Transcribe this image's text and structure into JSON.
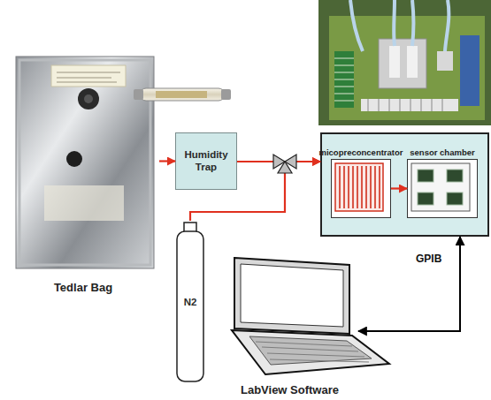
{
  "diagram": {
    "nodes": [
      {
        "text": [
          "Tedlar Bag"
        ]
      },
      {
        "text": [
          "Humidity Trap"
        ]
      },
      {
        "text": [
          "N2"
        ]
      },
      {
        "text": []
      },
      {
        "text": [
          "micopreconcentrator"
        ],
        "in": 3
      },
      {
        "text": [
          "sensor chamber"
        ],
        "in": 3
      },
      {
        "text": [
          "LabView Software"
        ]
      }
    ],
    "edges": [
      {
        "from": 0,
        "to": 1,
        "arrow": "to"
      },
      {
        "from": 1,
        "to": 3,
        "arrow": "to"
      },
      {
        "from": 2,
        "to": 3,
        "arrow": "to"
      },
      {
        "from": 4,
        "to": 5,
        "arrow": "to"
      },
      {
        "from": 6,
        "to": 3,
        "label": "GPIB",
        "arrow": "both"
      }
    ]
  }
}
